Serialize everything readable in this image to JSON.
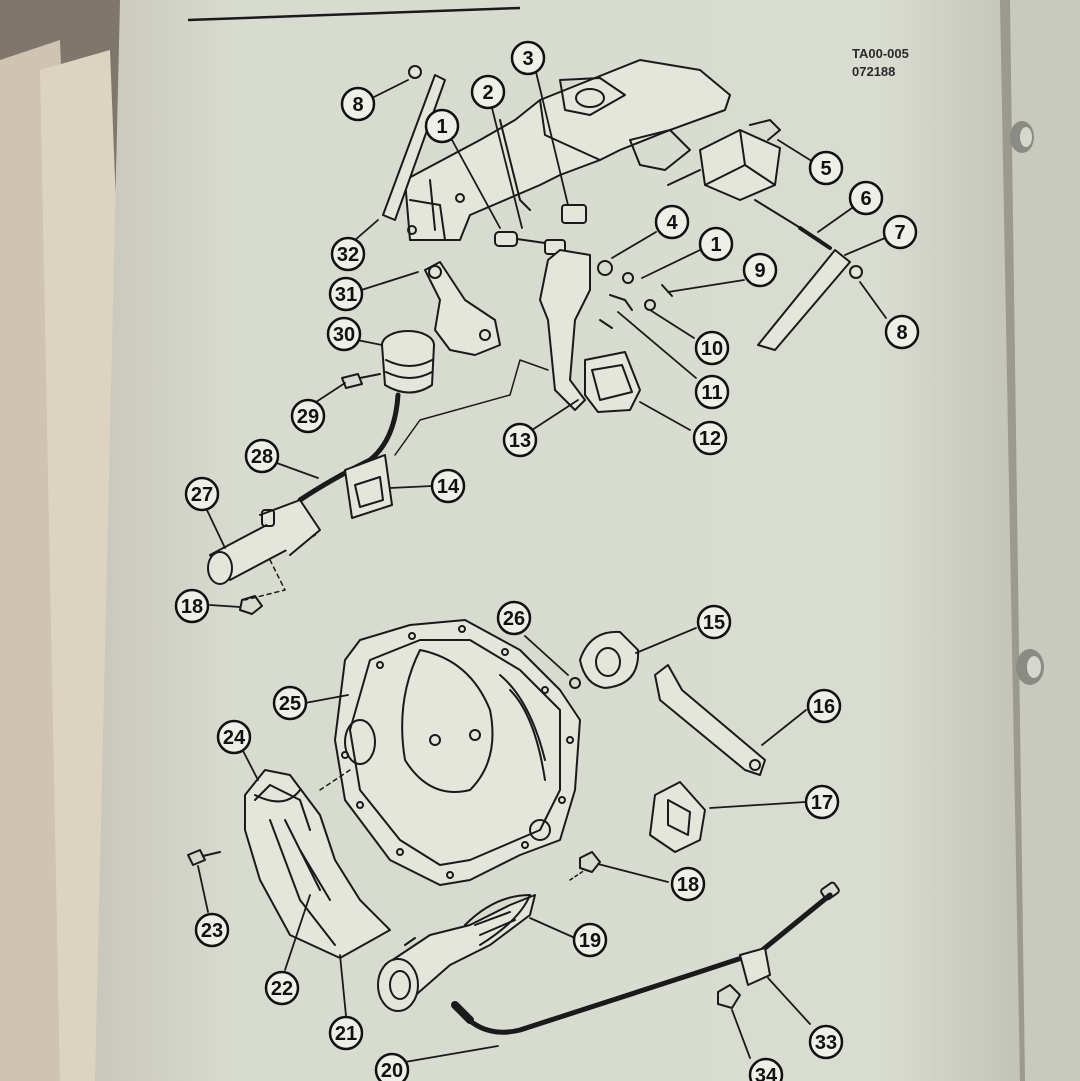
{
  "figure": {
    "code_line1": "TA00-005",
    "code_line2": "072188"
  },
  "callouts": [
    {
      "label": "1"
    },
    {
      "label": "2"
    },
    {
      "label": "3"
    },
    {
      "label": "8"
    },
    {
      "label": "5"
    },
    {
      "label": "6"
    },
    {
      "label": "7"
    },
    {
      "label": "8"
    },
    {
      "label": "4"
    },
    {
      "label": "1"
    },
    {
      "label": "9"
    },
    {
      "label": "10"
    },
    {
      "label": "11"
    },
    {
      "label": "12"
    },
    {
      "label": "13"
    },
    {
      "label": "14"
    },
    {
      "label": "32"
    },
    {
      "label": "31"
    },
    {
      "label": "30"
    },
    {
      "label": "29"
    },
    {
      "label": "28"
    },
    {
      "label": "27"
    },
    {
      "label": "18"
    },
    {
      "label": "26"
    },
    {
      "label": "15"
    },
    {
      "label": "25"
    },
    {
      "label": "16"
    },
    {
      "label": "24"
    },
    {
      "label": "17"
    },
    {
      "label": "18"
    },
    {
      "label": "23"
    },
    {
      "label": "19"
    },
    {
      "label": "22"
    },
    {
      "label": "21"
    },
    {
      "label": "33"
    },
    {
      "label": "20"
    },
    {
      "label": "34"
    }
  ],
  "colors": {
    "paper": "#d9dcd0",
    "ink": "#1a1a1a",
    "background": "#8f877a"
  }
}
